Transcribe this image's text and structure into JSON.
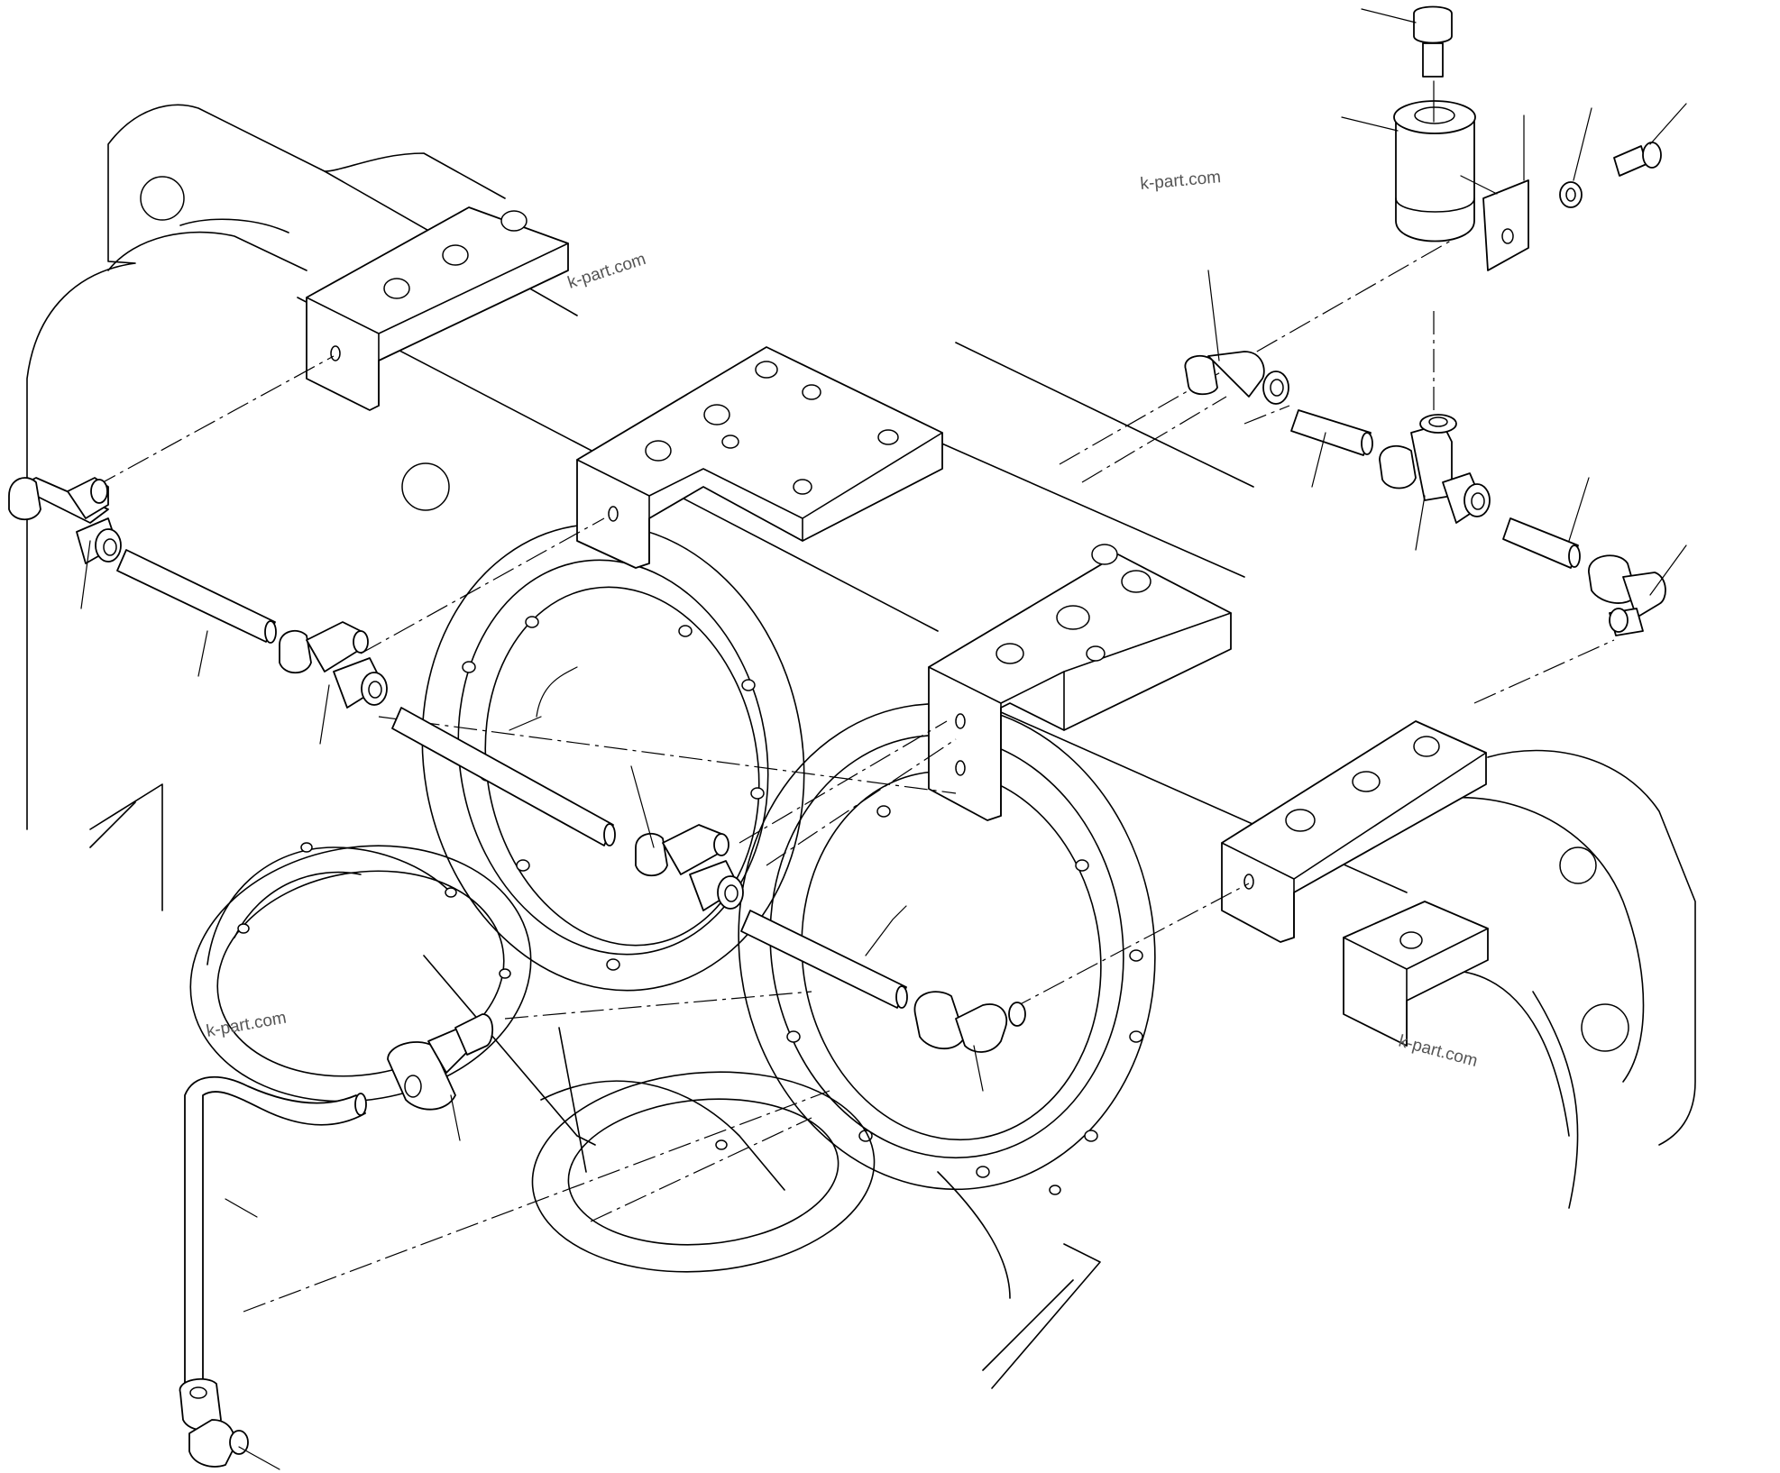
{
  "watermarks": [
    "k-part.com",
    "k-part.com",
    "k-part.com",
    "k-part.com"
  ],
  "diagram": {
    "type": "exploded parts drawing",
    "line_color": "#000000",
    "background": "#ffffff",
    "watermark_color": "#555555"
  }
}
